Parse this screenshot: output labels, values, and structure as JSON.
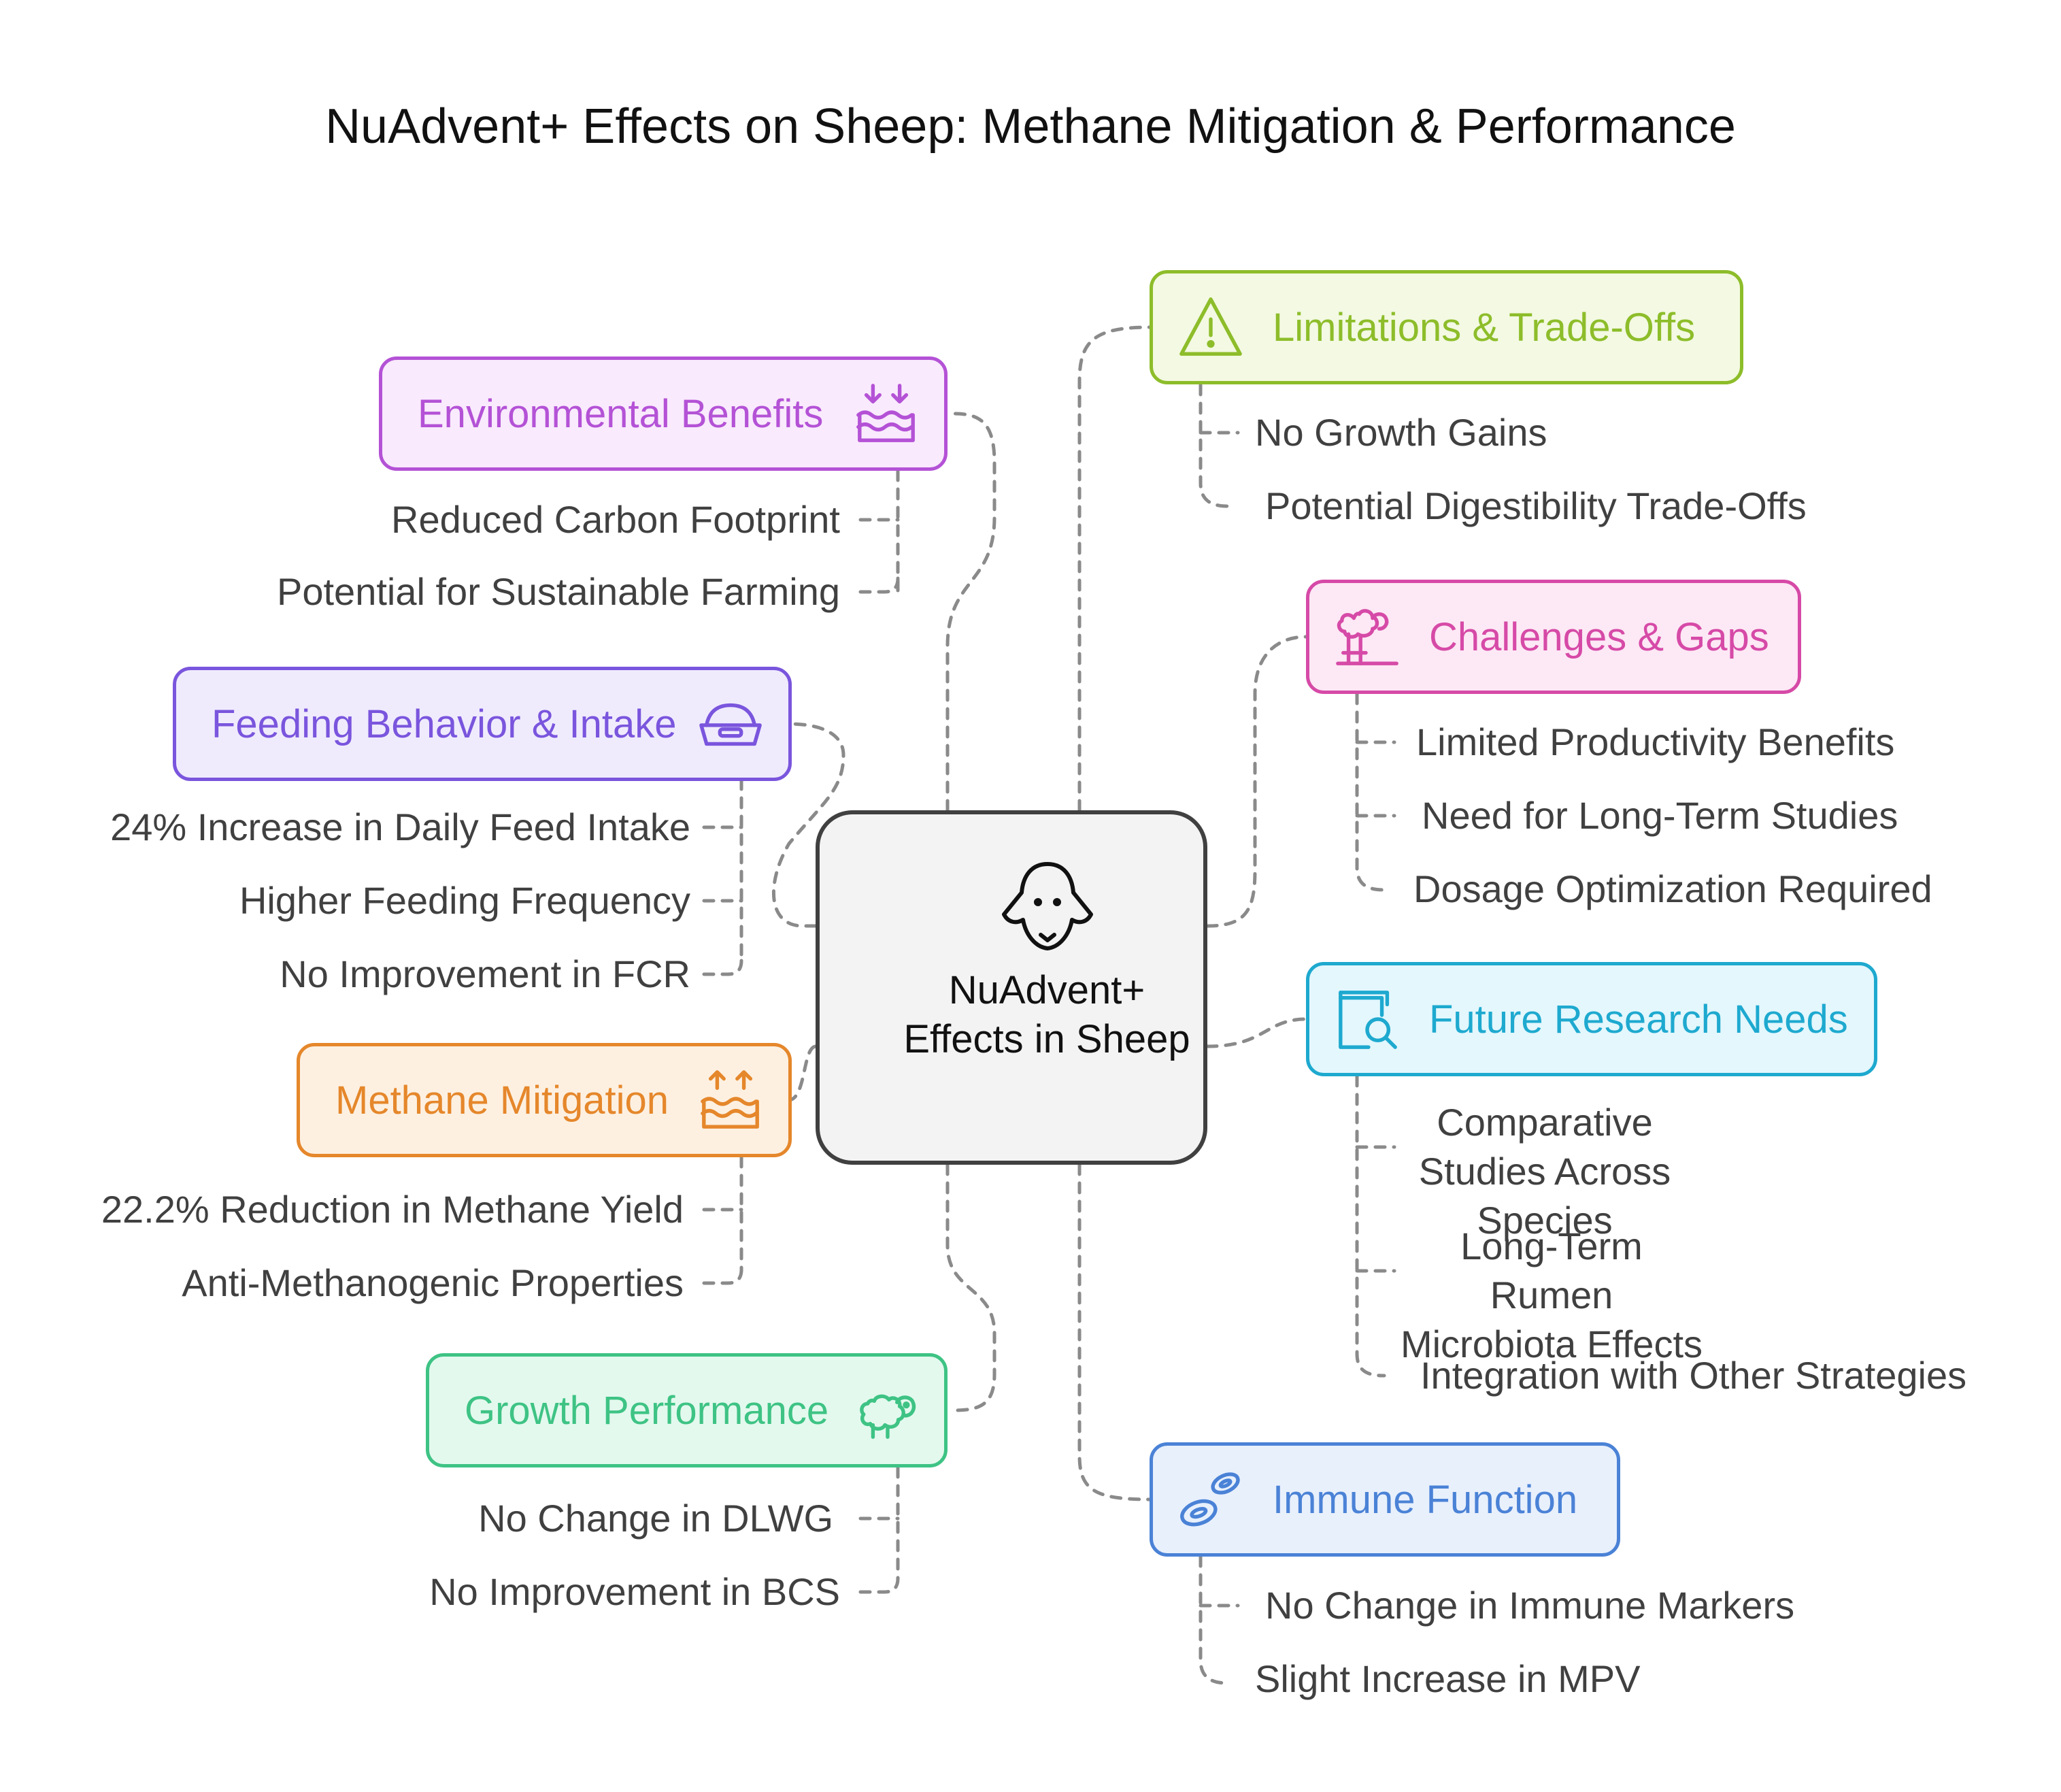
{
  "title": "NuAdvent+ Effects on Sheep: Methane Mitigation & Performance",
  "center": {
    "label": "NuAdvent+ Effects in Sheep",
    "icon": "sheep-face-icon"
  },
  "topics": {
    "environmental": {
      "label": "Environmental Benefits",
      "icon": "water-down-arrows-icon",
      "color": "#b452d6",
      "items": [
        "Reduced Carbon Footprint",
        "Potential for Sustainable Farming"
      ]
    },
    "feeding": {
      "label": "Feeding Behavior & Intake",
      "icon": "feed-bowl-icon",
      "color": "#7a55dd",
      "items": [
        "24% Increase in Daily Feed Intake",
        "Higher Feeding Frequency",
        "No Improvement in FCR"
      ]
    },
    "methane": {
      "label": "Methane Mitigation",
      "icon": "water-up-arrows-icon",
      "color": "#e5872b",
      "items": [
        "22.2% Reduction in Methane Yield",
        "Anti-Methanogenic Properties"
      ]
    },
    "growth": {
      "label": "Growth Performance",
      "icon": "sheep-icon",
      "color": "#3ec384",
      "items": [
        "No Change in DLWG",
        "No Improvement in BCS"
      ]
    },
    "limitations": {
      "label": "Limitations & Trade-Offs",
      "icon": "warning-icon",
      "color": "#8dbd2a",
      "items": [
        "No Growth Gains",
        "Potential Digestibility Trade-Offs"
      ]
    },
    "challenges": {
      "label": "Challenges & Gaps",
      "icon": "sheep-pasture-icon",
      "color": "#d64aa7",
      "items": [
        "Limited Productivity Benefits",
        "Need for Long-Term Studies",
        "Dosage Optimization Required"
      ]
    },
    "research": {
      "label": "Future Research Needs",
      "icon": "book-search-icon",
      "color": "#1ea9cf",
      "items": [
        "Comparative Studies Across Species",
        "Long-Term Rumen Microbiota Effects",
        "Integration with Other Strategies"
      ]
    },
    "immune": {
      "label": "Immune Function",
      "icon": "blood-cells-icon",
      "color": "#4a82d6",
      "items": [
        "No Change in Immune Markers",
        "Slight Increase in MPV"
      ]
    }
  }
}
